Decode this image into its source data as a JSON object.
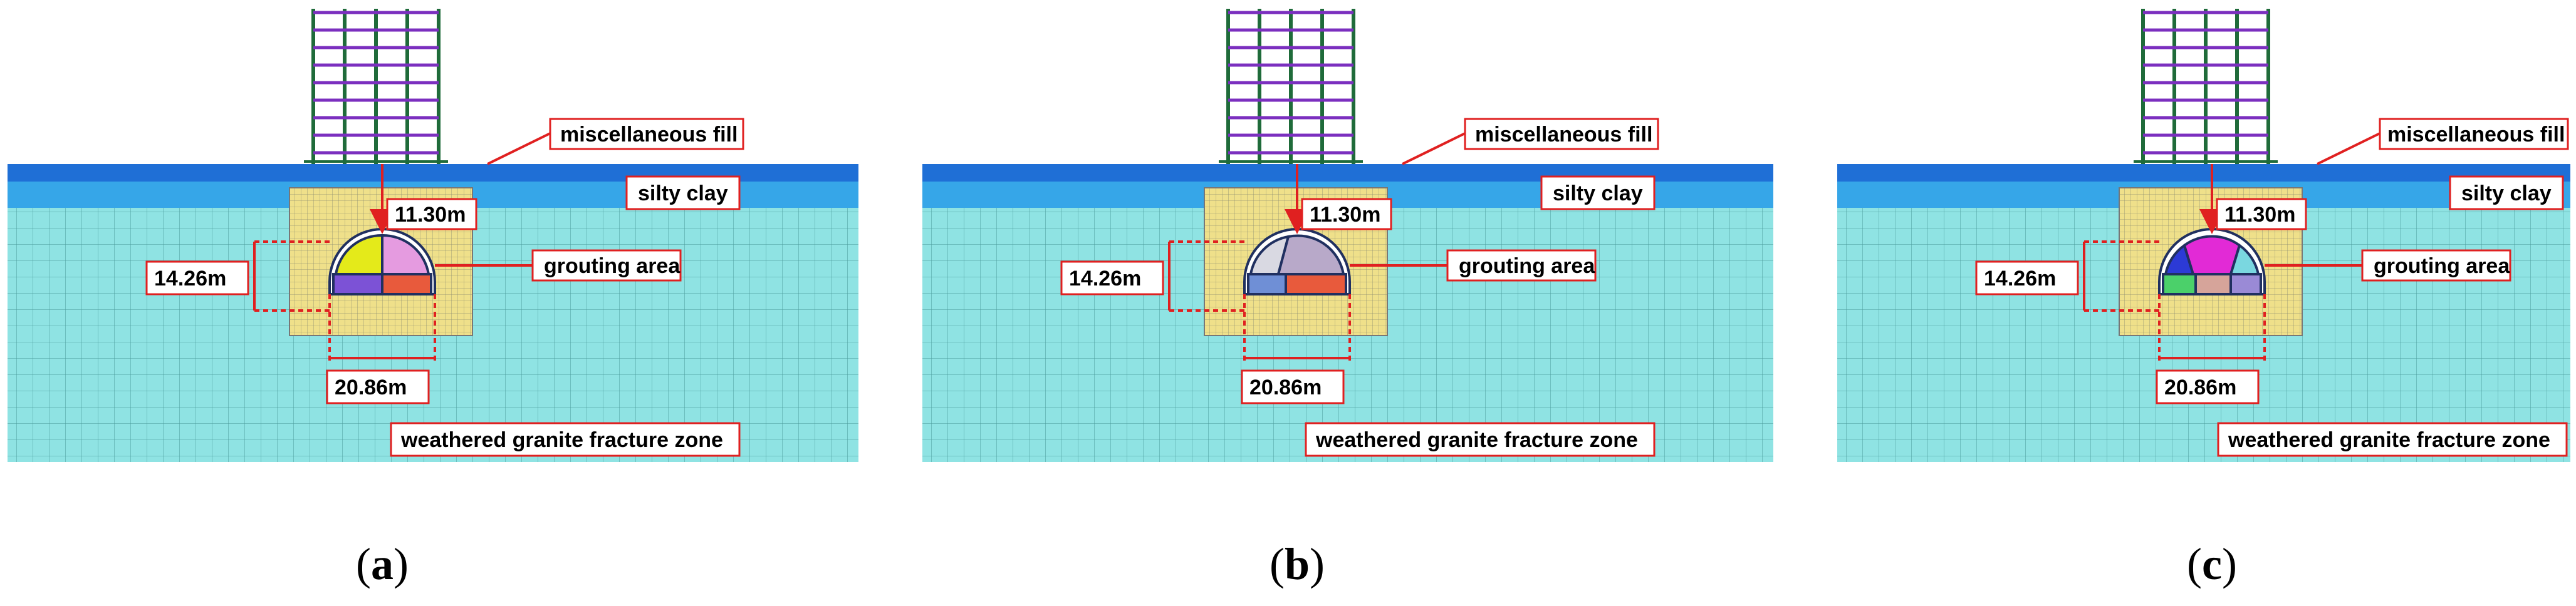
{
  "labels": {
    "misc_fill": "miscellaneous fill",
    "silty_clay": "silty clay",
    "grouting": "grouting area",
    "granite": "weathered granite fracture zone",
    "dim_depth": "11.30m",
    "dim_height": "14.26m",
    "dim_width": "20.86m"
  },
  "panels": [
    {
      "caption_parts": [
        "(",
        "a",
        ")"
      ]
    },
    {
      "caption_parts": [
        "(",
        "b",
        ")"
      ]
    },
    {
      "caption_parts": [
        "(",
        "c",
        ")"
      ]
    }
  ],
  "colors": {
    "fill_layer": "#1f6fd6",
    "clay_layer": "#36a6e8",
    "ground": "#8fe3e3",
    "mesh": "#4a9a9a",
    "grouting": "#efe08a",
    "frame_column": "#1f6b3a",
    "frame_beam": "#7b2fbf",
    "dimension": "#e02020",
    "label_border": "#e02020"
  }
}
